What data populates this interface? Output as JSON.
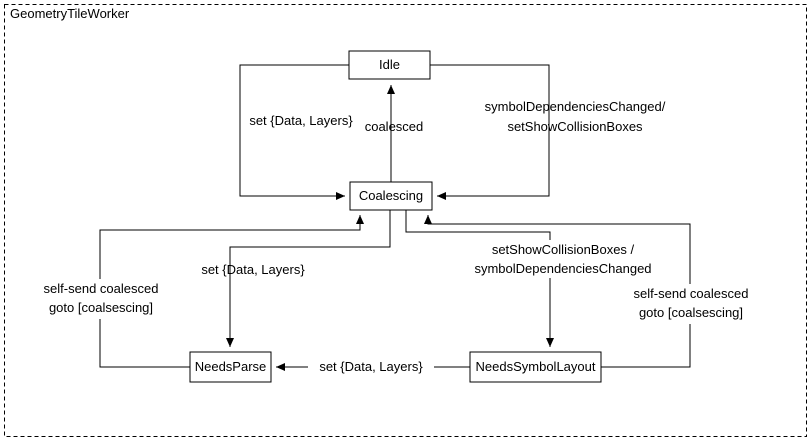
{
  "diagram": {
    "title": "GeometryTileWorker",
    "states": {
      "idle": "Idle",
      "coalescing": "Coalescing",
      "needs_parse": "NeedsParse",
      "needs_symbol_layout": "NeedsSymbolLayout"
    },
    "edge_labels": {
      "idle_to_coalescing_set": "set {Data, Layers}",
      "coalescing_to_idle": "coalesced",
      "idle_to_coalescing_symbol_line1": "symbolDependenciesChanged/",
      "idle_to_coalescing_symbol_line2": "setShowCollisionBoxes",
      "coalescing_to_needsparse": "set {Data, Layers}",
      "coalescing_to_needssymbollayout_line1": "setShowCollisionBoxes /",
      "coalescing_to_needssymbollayout_line2": "symbolDependenciesChanged",
      "needsparse_selfsend_line1": "self-send coalesced",
      "needsparse_selfsend_line2": "goto [coalsescing]",
      "needssymbollayout_selfsend_line1": "self-send coalesced",
      "needssymbollayout_selfsend_line2": "goto [coalsescing]",
      "needssymbollayout_to_needsparse": "set {Data, Layers}"
    },
    "colors": {
      "stroke": "#000000",
      "background": "#ffffff"
    }
  }
}
